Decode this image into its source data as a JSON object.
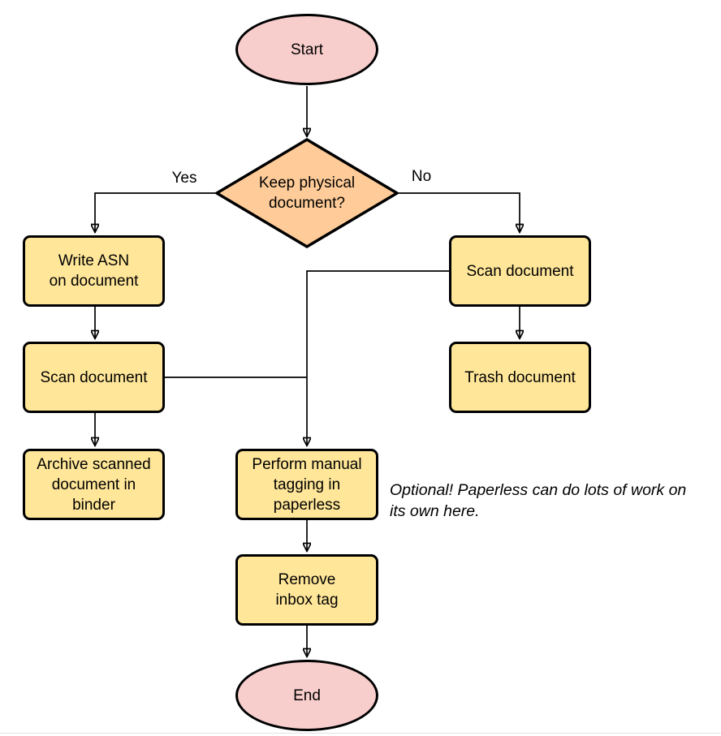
{
  "diagram": {
    "type": "flowchart",
    "background": "#FFFFFF"
  },
  "colors": {
    "terminator_fill": "#F8CECC",
    "decision_fill": "#FFCC99",
    "process_fill": "#FFE699",
    "shape_stroke": "#000000",
    "connector_stroke": "#000000",
    "text": "#000000"
  },
  "nodes": {
    "start": {
      "type": "terminator",
      "label": "Start"
    },
    "decision": {
      "type": "decision",
      "label": "Keep physical\ndocument?"
    },
    "write_asn": {
      "type": "process",
      "label": "Write ASN\non document"
    },
    "scan_left": {
      "type": "process",
      "label": "Scan document"
    },
    "archive": {
      "type": "process",
      "label": "Archive scanned\ndocument in\nbinder"
    },
    "scan_right": {
      "type": "process",
      "label": "Scan document"
    },
    "trash": {
      "type": "process",
      "label": "Trash document"
    },
    "tagging": {
      "type": "process",
      "label": "Perform manual\ntagging in\npaperless"
    },
    "remove_inbox": {
      "type": "process",
      "label": "Remove\ninbox tag"
    },
    "end": {
      "type": "terminator",
      "label": "End"
    }
  },
  "edges": [
    {
      "from": "start",
      "to": "decision",
      "label": ""
    },
    {
      "from": "decision",
      "to": "write_asn",
      "label": "Yes"
    },
    {
      "from": "decision",
      "to": "scan_right",
      "label": "No"
    },
    {
      "from": "write_asn",
      "to": "scan_left",
      "label": ""
    },
    {
      "from": "scan_left",
      "to": "archive",
      "label": ""
    },
    {
      "from": "scan_right",
      "to": "trash",
      "label": ""
    },
    {
      "from": "scan_right",
      "to": "tagging",
      "label": ""
    },
    {
      "from": "scan_left",
      "to": "tagging",
      "label": ""
    },
    {
      "from": "tagging",
      "to": "remove_inbox",
      "label": ""
    },
    {
      "from": "remove_inbox",
      "to": "end",
      "label": ""
    }
  ],
  "annotation": {
    "text": "Optional! Paperless can do lots of work on\nits own here."
  }
}
